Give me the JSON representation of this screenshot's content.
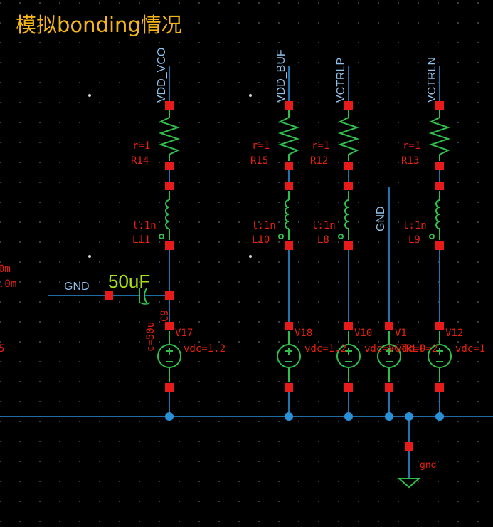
{
  "title": "模拟bonding情况",
  "colors": {
    "background": "#000000",
    "wire": "#2a90d8",
    "device": "#2ec04a",
    "pin": "#e81a1a",
    "label_red": "#e8200e",
    "label_blue": "#8fc1ea",
    "title": "#f4b41a",
    "cap_value": "#a8e01a"
  },
  "nets": {
    "vdd_vco": "VDD_VCO",
    "vdd_buf": "VDD_BUF",
    "vctrlp": "VCTRLP",
    "vctrln": "VCTRLN",
    "gnd_top": "GND",
    "gnd_left": "GND",
    "gnd_sym": "gnd"
  },
  "left_cut_labels": {
    "l1": "0m",
    "l2": ".0m",
    "l3": "5"
  },
  "big_cap_label": "50uF",
  "columns": [
    {
      "id": "vco",
      "r_value": "r=1",
      "r_name": "R14",
      "l_value": "l:1n",
      "l_name": "L11",
      "v_name": "V17",
      "v_value": "vdc=1.2"
    },
    {
      "id": "buf",
      "r_value": "r=1",
      "r_name": "R15",
      "l_value": "l:1n",
      "l_name": "L10",
      "v_name": "V18",
      "v_value": "vdc=1.2"
    },
    {
      "id": "vctrlp",
      "r_value": "r=1",
      "r_name": "R12",
      "l_value": "l:1n",
      "l_name": "L8",
      "v_name": "V10",
      "v_value": "vdc=VCTRL"
    },
    {
      "id": "vctrln",
      "r_value": "r=1",
      "r_name": "R13",
      "l_value": "l:1n",
      "l_name": "L9",
      "v_name": "V12",
      "v_value": "vdc=1"
    }
  ],
  "v1": {
    "name": "V1",
    "value": "vdc=0"
  },
  "overlap_text": "P=2",
  "capacitor": {
    "name": "C9",
    "value": "c=50u"
  }
}
